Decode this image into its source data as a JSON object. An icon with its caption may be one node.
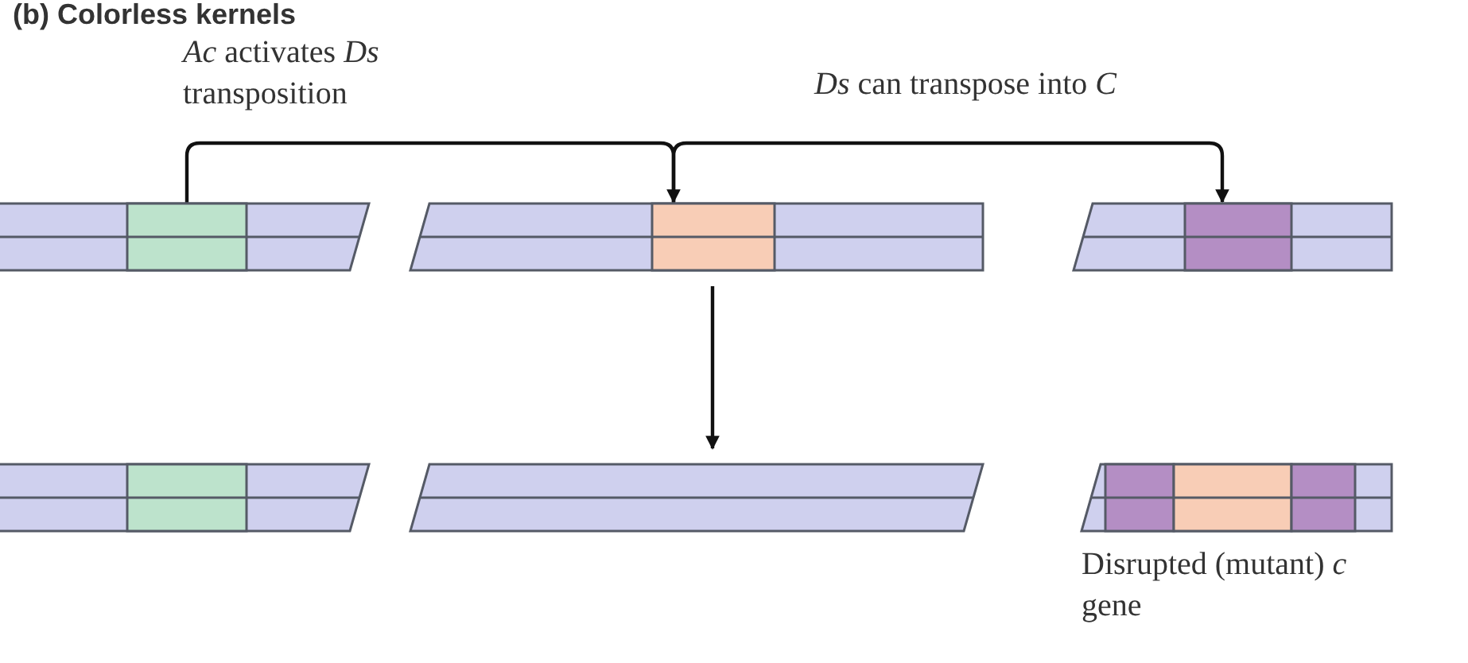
{
  "diagram": {
    "title": "(b) Colorless kernels",
    "nodes": [
      {
        "text": [],
        "shape": "bar"
      },
      {
        "text": [],
        "shape": "box",
        "in": 0
      },
      {
        "text": [],
        "shape": "bar"
      },
      {
        "text": [],
        "shape": "box",
        "in": 2
      },
      {
        "text": [],
        "shape": "bar"
      },
      {
        "text": [],
        "shape": "box",
        "in": 4
      },
      {
        "text": [],
        "shape": "bar"
      },
      {
        "text": [],
        "shape": "box",
        "in": 6
      },
      {
        "text": [],
        "shape": "bar"
      },
      {
        "text": [],
        "shape": "bar",
        "beside": [
          "Disrupted (mutant) *c* gene"
        ]
      },
      {
        "text": [],
        "shape": "box",
        "in": 9
      },
      {
        "text": [],
        "shape": "box",
        "in": 9
      },
      {
        "text": [],
        "shape": "box",
        "in": 9
      }
    ],
    "edges": [
      {
        "from": 1,
        "to": 3,
        "arrow": "to",
        "label": "*Ac* activates *Ds* transposition"
      },
      {
        "from": 3,
        "to": 5,
        "arrow": "to",
        "label": "*Ds* can transpose into *C*"
      },
      {
        "from": 2,
        "to": 8,
        "arrow": "to"
      }
    ]
  }
}
